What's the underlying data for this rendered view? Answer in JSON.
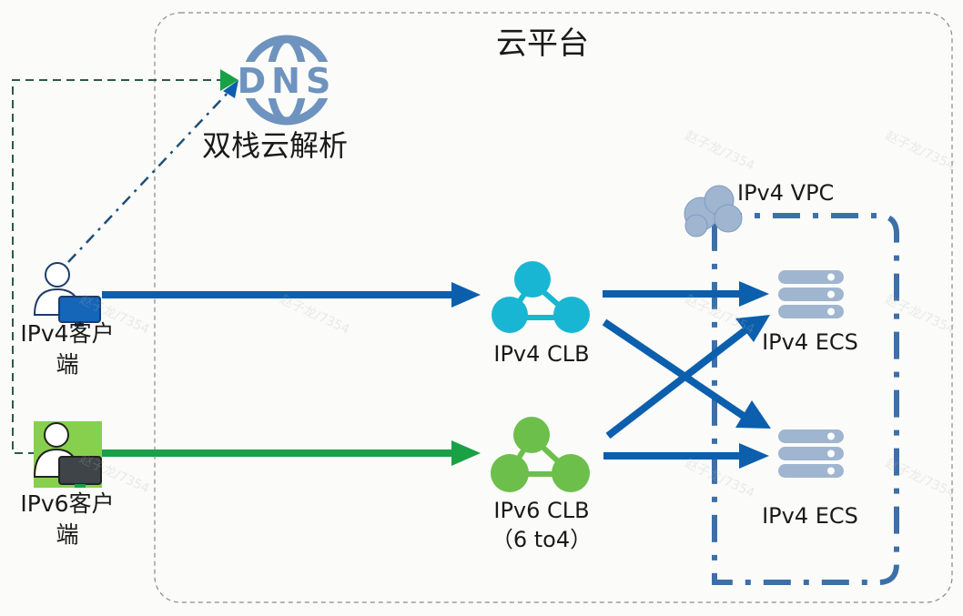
{
  "diagram": {
    "title": "云平台",
    "dns": {
      "label": "双栈云解析",
      "icon_text": "DNS"
    },
    "clients": [
      {
        "id": "ipv4-client",
        "label_line1": "IPv4客户",
        "label_line2": "端"
      },
      {
        "id": "ipv6-client",
        "label_line1": "IPv6客户",
        "label_line2": "端"
      }
    ],
    "load_balancers": [
      {
        "id": "ipv4-clb",
        "label_line1": "IPv4 CLB",
        "label_line2": ""
      },
      {
        "id": "ipv6-clb",
        "label_line1": "IPv6 CLB",
        "label_line2": "（6 to4）"
      }
    ],
    "vpc": {
      "label": "IPv4 VPC"
    },
    "servers": [
      {
        "id": "ecs-1",
        "label": "IPv4 ECS"
      },
      {
        "id": "ecs-2",
        "label": "IPv4 ECS"
      }
    ],
    "edges": [
      {
        "from": "ipv4-client",
        "to": "dns",
        "style": "dash-dot",
        "color": "#1d4f7a"
      },
      {
        "from": "ipv6-client",
        "to": "dns",
        "style": "dashed",
        "color": "#2a5a4a"
      },
      {
        "from": "ipv4-client",
        "to": "ipv4-clb",
        "style": "solid",
        "color": "#0b5fad"
      },
      {
        "from": "ipv6-client",
        "to": "ipv6-clb",
        "style": "solid",
        "color": "#1aa045"
      },
      {
        "from": "ipv4-clb",
        "to": "ecs-1",
        "style": "solid",
        "color": "#0b5fad"
      },
      {
        "from": "ipv4-clb",
        "to": "ecs-2",
        "style": "solid",
        "color": "#0b5fad"
      },
      {
        "from": "ipv6-clb",
        "to": "ecs-1",
        "style": "solid",
        "color": "#0b5fad"
      },
      {
        "from": "ipv6-clb",
        "to": "ecs-2",
        "style": "solid",
        "color": "#0b5fad"
      }
    ],
    "colors": {
      "ipv4_blue": "#0b5fad",
      "ipv6_green": "#1aa045",
      "clb_cyan": "#18b6d2",
      "clb_green": "#6cbf4a",
      "server_gray_blue": "#9fb5d0",
      "dns_blue": "#6e93bf",
      "vpc_border": "#3d6fa8"
    },
    "watermark": "赵子龙/7354"
  }
}
